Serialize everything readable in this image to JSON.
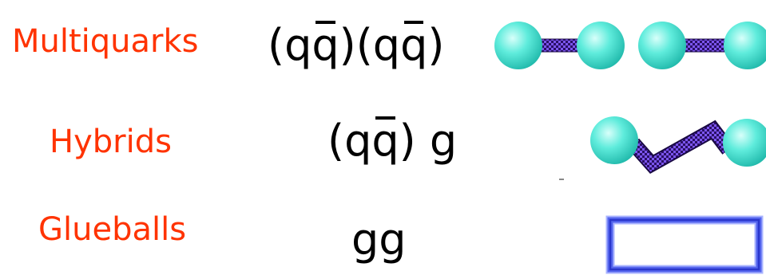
{
  "rows": [
    {
      "label": "Multiquarks",
      "formula": {
        "p1": "(q",
        "bar1": "q",
        "p2": ")(q",
        "bar2": "q",
        "p3": ")"
      }
    },
    {
      "label": "Hybrids",
      "formula": {
        "p1": "(q",
        "bar1": "q",
        "p2": ") g"
      }
    },
    {
      "label": "Glueballs",
      "formula": {
        "p1": "gg"
      }
    }
  ],
  "colors": {
    "label": "#ff3300",
    "text": "#000000",
    "quark_ball": "#40e0d0",
    "string": "#5522aa",
    "glueball_ring": "#5566ee"
  },
  "icons": {
    "multiquark": "two-meson-pairs-icon",
    "hybrid": "kinked-string-meson-icon",
    "glueball": "closed-flux-loop-icon"
  }
}
